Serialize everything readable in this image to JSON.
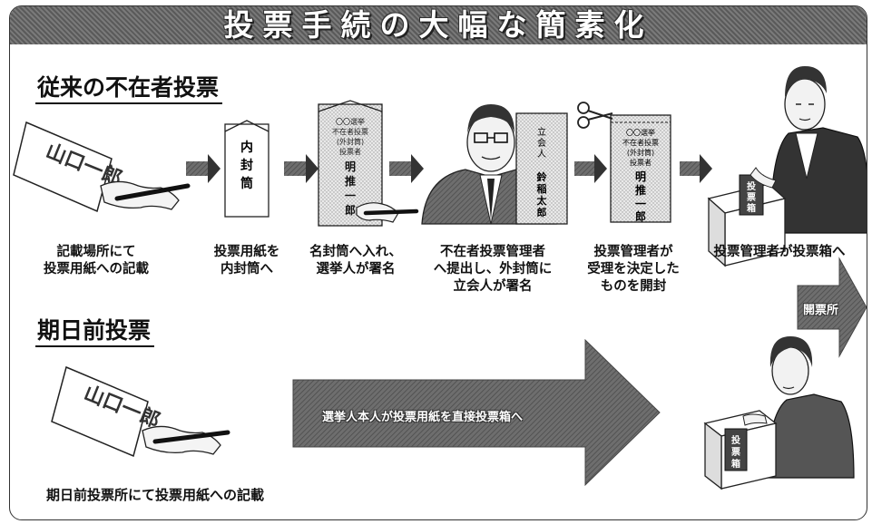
{
  "header": {
    "title": "投票手続の大幅な簡素化"
  },
  "sections": {
    "absentee": {
      "title": "従来の不在者投票"
    },
    "early": {
      "title": "期日前投票"
    }
  },
  "absentee_steps": [
    {
      "caption_lines": [
        "記載場所にて",
        "投票用紙への記載"
      ]
    },
    {
      "caption_lines": [
        "投票用紙を",
        "内封筒へ"
      ]
    },
    {
      "caption_lines": [
        "名封筒へ入れ、",
        "選挙人が署名"
      ]
    },
    {
      "caption_lines": [
        "不在者投票管理者",
        "へ提出し、外封筒に",
        "立会人が署名"
      ]
    },
    {
      "caption_lines": [
        "投票管理者が",
        "受理を決定した",
        "ものを開封"
      ]
    },
    {
      "caption_lines": [
        "投票管理者が投票箱へ"
      ]
    }
  ],
  "ballot_text": "山口一郎",
  "inner_envelope": {
    "text": "内封筒"
  },
  "named_envelope": {
    "header_lines": [
      "〇〇選挙",
      "不在者投票",
      "(外封筒)",
      "投票者"
    ],
    "name_lines": [
      "明",
      "推",
      "一",
      "郎"
    ]
  },
  "outer_envelope": {
    "witness_label": "立会人",
    "witness_name": "鈴稲太郎"
  },
  "opened_envelope": {
    "header_lines": [
      "〇〇選挙",
      "不在者投票",
      "(外封筒)",
      "投票者"
    ],
    "name_lines": [
      "明",
      "推",
      "一",
      "郎"
    ]
  },
  "ballot_box_label": "投票箱",
  "polling_place_label": "開票所",
  "early_vote": {
    "arrow_text": "選挙人本人が投票用紙を直接投票箱へ",
    "caption": "期日前投票所にて投票用紙への記載",
    "ballot_box_label": "投票箱"
  }
}
